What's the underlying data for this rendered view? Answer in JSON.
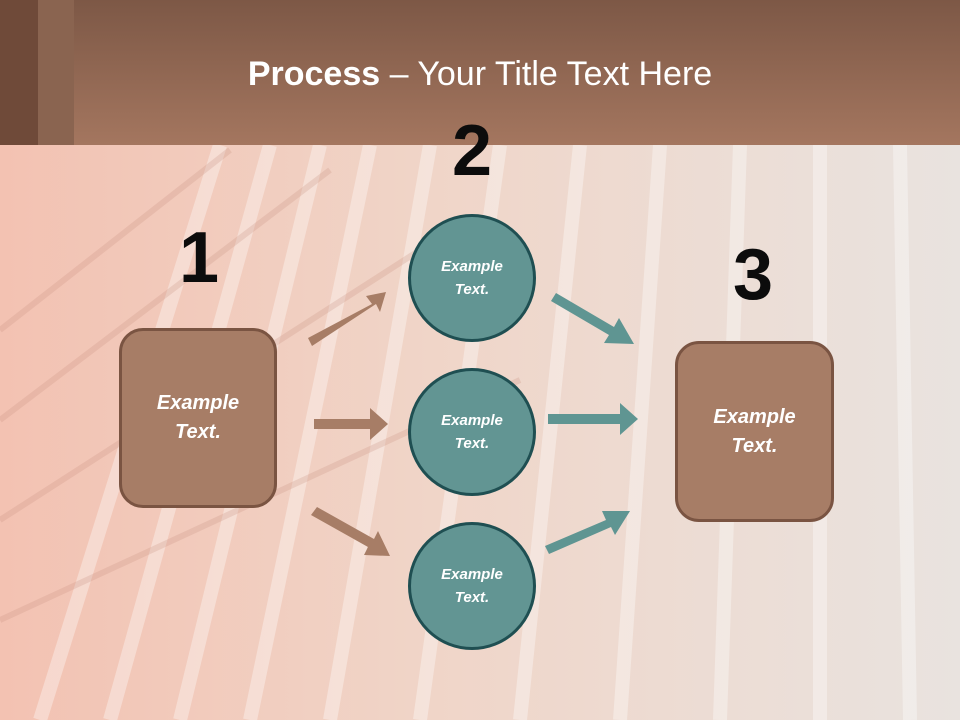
{
  "title": {
    "bold": "Process",
    "rest": " – Your Title Text Here"
  },
  "steps": [
    "1",
    "2",
    "3"
  ],
  "boxes": {
    "left": "Example\nText.",
    "right": "Example\nText."
  },
  "circles": [
    "Example\nText.",
    "Example\nText.",
    "Example\nText."
  ],
  "colors": {
    "header": "#a4765f",
    "box": "#a77d66",
    "circle": "#629593",
    "arrow_brown": "#a77d66",
    "arrow_teal": "#5f9592"
  }
}
